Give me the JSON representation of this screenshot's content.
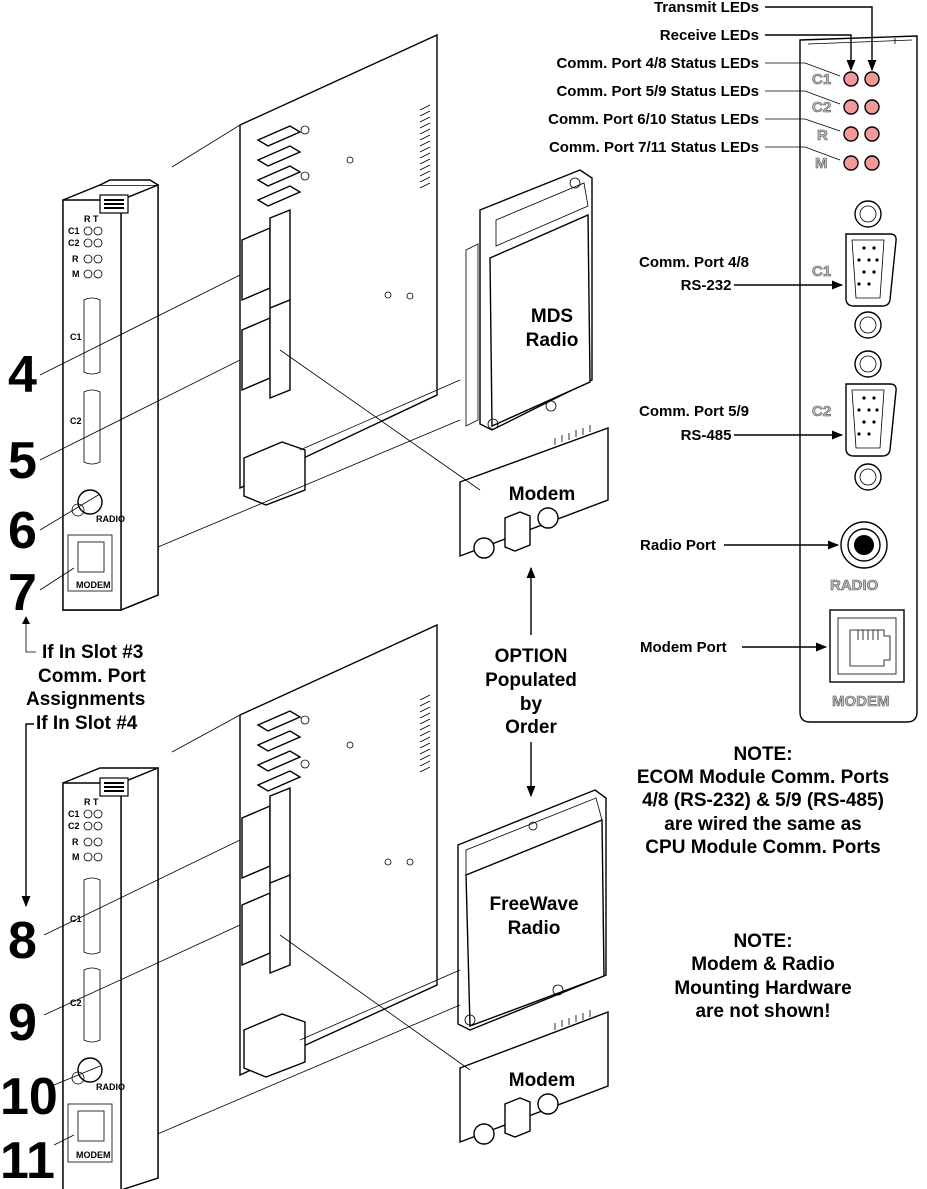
{
  "callouts": {
    "transmit_leds": "Transmit LEDs",
    "receive_leds": "Receive LEDs",
    "port48_status": "Comm. Port 4/8 Status LEDs",
    "port59_status": "Comm. Port 5/9 Status LEDs",
    "port610_status": "Comm. Port 6/10 Status LEDs",
    "port711_status": "Comm. Port 7/11 Status LEDs",
    "port48_line1": "Comm. Port 4/8",
    "port48_line2": "RS-232",
    "port59_line1": "Comm. Port 5/9",
    "port59_line2": "RS-485",
    "radio_port": "Radio Port",
    "modem_port": "Modem Port"
  },
  "panel": {
    "led_c1": "C1",
    "led_c2": "C2",
    "led_r": "R",
    "led_m": "M",
    "conn_c1": "C1",
    "conn_c2": "C2",
    "radio": "RADIO",
    "modem": "MODEM"
  },
  "module_top": {
    "radio_line1": "MDS",
    "radio_line2": "Radio",
    "modem": "Modem",
    "num_a": "4",
    "num_b": "5",
    "num_c": "6",
    "num_d": "7"
  },
  "module_bottom": {
    "radio_line1": "FreeWave",
    "radio_line2": "Radio",
    "modem": "Modem",
    "num_a": "8",
    "num_b": "9",
    "num_c": "10",
    "num_d": "11"
  },
  "slot_legend": {
    "line1": "If In Slot #3",
    "line2": "Comm. Port",
    "line3": "Assignments",
    "line4": "If In Slot #4"
  },
  "option_note": {
    "line1": "OPTION",
    "line2": "Populated",
    "line3": "by",
    "line4": "Order"
  },
  "note1": {
    "title": "NOTE:",
    "line1": "ECOM Module Comm. Ports",
    "line2": "4/8 (RS-232) & 5/9 (RS-485)",
    "line3": "are wired the same as",
    "line4": "CPU Module Comm. Ports"
  },
  "note2": {
    "title": "NOTE:",
    "line1": "Modem & Radio",
    "line2": "Mounting Hardware",
    "line3": "are not shown!"
  },
  "faceplate_mini": {
    "rt": "R T",
    "c1": "C1",
    "c2": "C2",
    "r": "R",
    "m": "M",
    "conn_c1": "C1",
    "conn_c2": "C2",
    "radio": "RADIO",
    "modem": "MODEM"
  },
  "colors": {
    "led_fill": "#f29a9a",
    "ink": "#000000"
  }
}
